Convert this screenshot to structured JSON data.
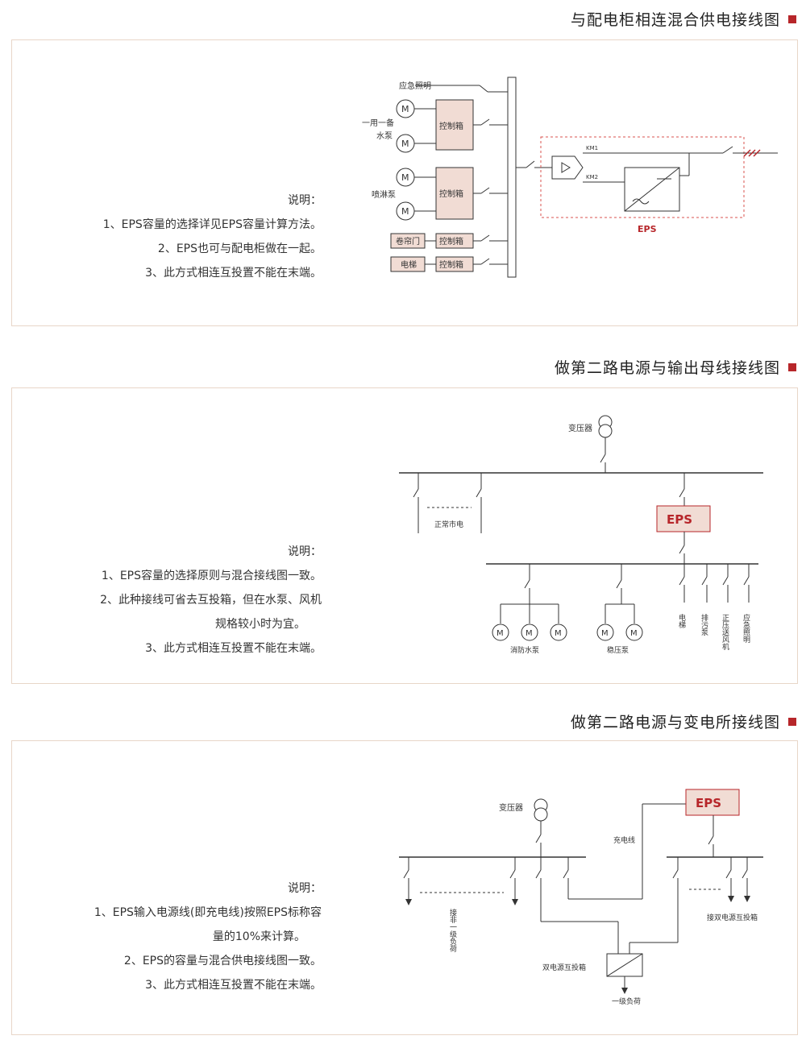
{
  "sections": [
    {
      "title": "与配电柜相连混合供电接线图",
      "notes_title": "说明：",
      "notes": [
        "1、EPS容量的选择详见EPS容量计算方法。",
        "2、EPS也可与配电柜做在一起。",
        "3、此方式相连互投置不能在末端。"
      ],
      "labels": {
        "emergency_light": "应急照明",
        "pump_group": "一用一备",
        "water_pump": "水泵",
        "sprinkler_pump": "喷淋泵",
        "control_box": "控制箱",
        "rolling_door": "卷帘门",
        "elevator": "电梯",
        "km1": "KM1",
        "km2": "KM2",
        "eps": "EPS",
        "motor": "M"
      }
    },
    {
      "title": "做第二路电源与输出母线接线图",
      "notes_title": "说明：",
      "notes": [
        "1、EPS容量的选择原则与混合接线图一致。",
        "2、此种接线可省去互投箱，但在水泵、风机",
        "规格较小时为宜。",
        "3、此方式相连互投置不能在末端。"
      ],
      "labels": {
        "transformer": "变压器",
        "normal_power": "正常市电",
        "eps": "EPS",
        "fire_pump": "消防水泵",
        "stable_pump": "稳压泵",
        "elevator": "电梯",
        "sewage_pump": "排污泵",
        "pressure_fan": "正压送风机",
        "emergency_light": "应急照明",
        "motor": "M"
      }
    },
    {
      "title": "做第二路电源与变电所接线图",
      "notes_title": "说明：",
      "notes": [
        "1、EPS输入电源线(即充电线)按照EPS标称容",
        "量的10%来计算。",
        "2、EPS的容量与混合供电接线图一致。",
        "3、此方式相连互投置不能在末端。"
      ],
      "labels": {
        "transformer": "变压器",
        "eps": "EPS",
        "charge_line": "充电线",
        "non_first_load": "接非一级负荷",
        "dual_box_right": "接双电源互投箱",
        "dual_box_center": "双电源互投箱",
        "first_load": "一级负荷"
      }
    }
  ],
  "colors": {
    "accent": "#b7262a",
    "panel_border": "#e8d6c8",
    "box_fill": "#f1dcd4",
    "line": "#333333",
    "dashed_red": "#d9534f"
  }
}
